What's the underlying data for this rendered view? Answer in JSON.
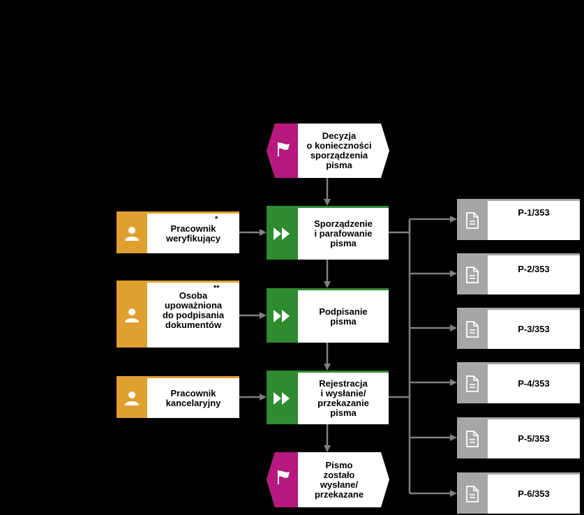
{
  "colors": {
    "background": "#000000",
    "event": "#B5197D",
    "function": "#2E8B30",
    "role": "#E0A030",
    "document": "#A6A6A6",
    "connector": "#7F7F7F"
  },
  "icons": {
    "event": "flag-icon",
    "function": "fast-forward-icon",
    "role": "person-icon",
    "document": "document-icon"
  },
  "events": [
    {
      "id": "start",
      "label": "Decyzja\no konieczności\nsporządzenia\npisma"
    },
    {
      "id": "end",
      "label": "Pismo\nzostało\nwysłane/\nprzekazane"
    }
  ],
  "functions": [
    {
      "id": "f1",
      "label": "Sporządzenie\ni parafowanie\npisma"
    },
    {
      "id": "f2",
      "label": "Podpisanie\npisma"
    },
    {
      "id": "f3",
      "label": "Rejestracja\ni wysłanie/\nprzekazanie\npisma"
    }
  ],
  "roles": [
    {
      "id": "r1",
      "label": "Pracownik\nweryfikujący",
      "mark": "*"
    },
    {
      "id": "r2",
      "label": "Osoba\nupoważniona\ndo podpisania\ndokumentów",
      "mark": "**"
    },
    {
      "id": "r3",
      "label": "Pracownik\nkancelaryjny",
      "mark": ""
    }
  ],
  "documents": [
    {
      "id": "d1",
      "label": "P-1/353"
    },
    {
      "id": "d2",
      "label": "P-2/353"
    },
    {
      "id": "d3",
      "label": "P-3/353"
    },
    {
      "id": "d4",
      "label": "P-4/353"
    },
    {
      "id": "d5",
      "label": "P-5/353"
    },
    {
      "id": "d6",
      "label": "P-6/353"
    }
  ]
}
